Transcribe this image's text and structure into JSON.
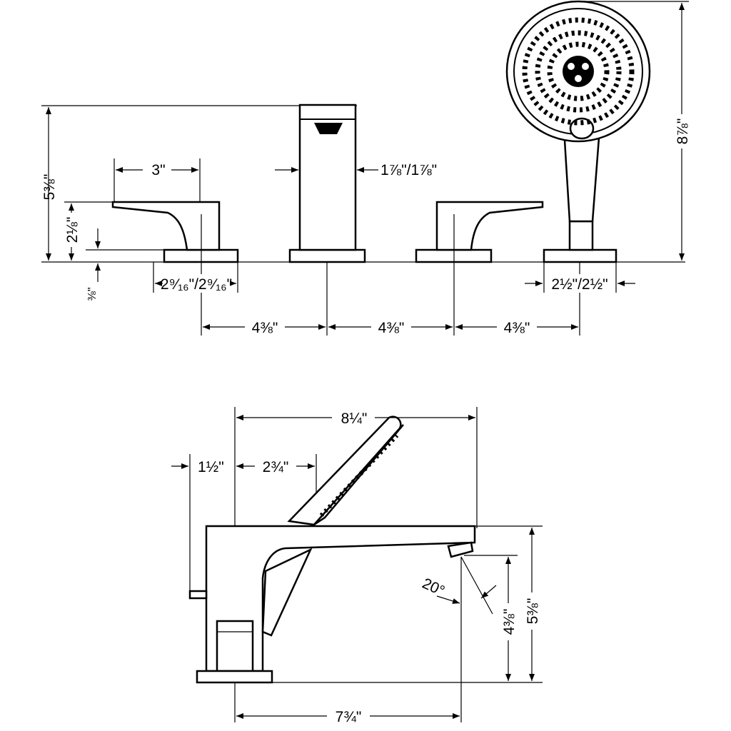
{
  "title": "Tub filler 4-hole installation dimensions",
  "top_view": {
    "overall_height": "5⅜\"",
    "handle_length": "3\"",
    "spout_width": "1⅞\"/1⅞\"",
    "handle_height": "2⅛\"",
    "base_height": "⅜\"",
    "handle_base": "2⁹⁄₁₆\"/2⁹⁄₁₆\"",
    "spacing_1": "4⅜\"",
    "spacing_2": "4⅜\"",
    "spacing_3": "4⅜\"",
    "shower_base": "2½\"/2½\"",
    "shower_height": "8⅞\""
  },
  "side_view": {
    "overall_length": "8¼\"",
    "lever_offset": "1½\"",
    "shower_offset": "2¾\"",
    "angle": "20°",
    "outlet_height": "4⅜\"",
    "total_height": "5⅜\"",
    "spout_reach": "7¾\""
  }
}
